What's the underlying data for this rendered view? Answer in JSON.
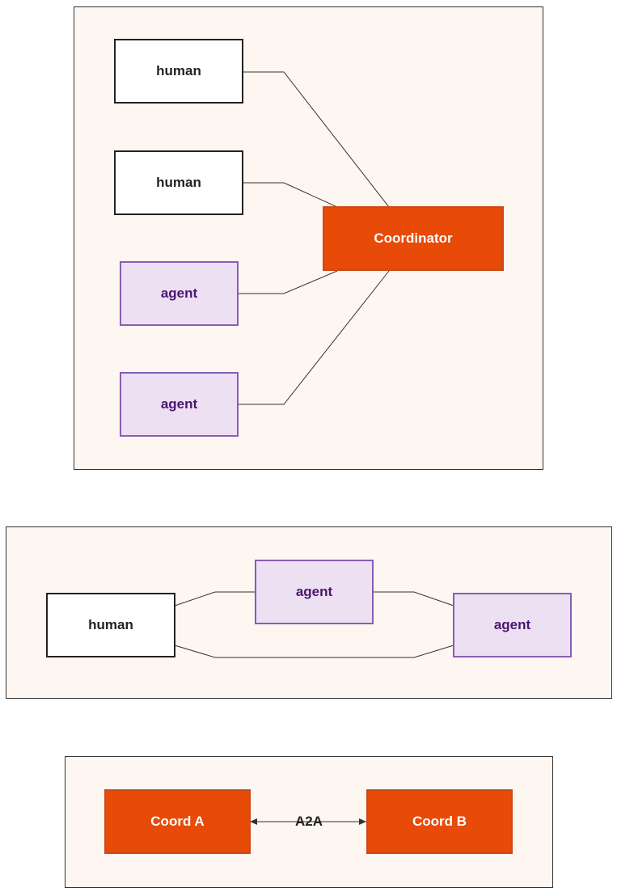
{
  "colors": {
    "panel_bg": "#fdf6f1",
    "human_fill": "#ffffff",
    "agent_fill": "#ede0f2",
    "agent_border": "#8a5cb5",
    "agent_text": "#4a1570",
    "coordinator_fill": "#e84a08",
    "edge": "#333333"
  },
  "diagram1": {
    "human_1": "human",
    "human_2": "human",
    "agent_1": "agent",
    "agent_2": "agent",
    "coordinator": "Coordinator"
  },
  "diagram2": {
    "human": "human",
    "agent_top": "agent",
    "agent_right": "agent"
  },
  "diagram3": {
    "coord_a": "Coord A",
    "coord_b": "Coord B",
    "link_label": "A2A"
  }
}
